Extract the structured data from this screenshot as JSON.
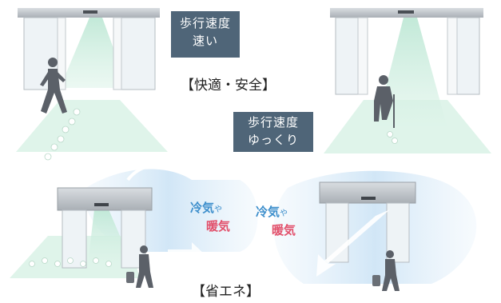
{
  "top_left_label": {
    "line1": "歩行速度",
    "line2": "速い"
  },
  "top_right_label": {
    "line1": "歩行速度",
    "line2": "ゆっくり"
  },
  "comfort_heading": "【快適・安全】",
  "energy_heading": "【省エネ】",
  "air_left": {
    "cold": "冷気",
    "particle": "や",
    "warm": "暖気"
  },
  "air_right": {
    "cold": "冷気",
    "particle": "や",
    "warm": "暖気"
  },
  "colors": {
    "label_box": "#4f6578",
    "sensor_cone": "#cfeee0",
    "floor_zone": "#dff4ea",
    "airflow": "#d6e9f7",
    "cold_text": "#3e8fcc",
    "warm_text": "#e2506b",
    "frame": "#b9bec3"
  },
  "icons": [
    "automatic-door-icon",
    "walking-person-icon",
    "elderly-person-with-cane-icon",
    "traveler-with-suitcase-icon",
    "footprints-icon",
    "airflow-arrow-icon"
  ]
}
